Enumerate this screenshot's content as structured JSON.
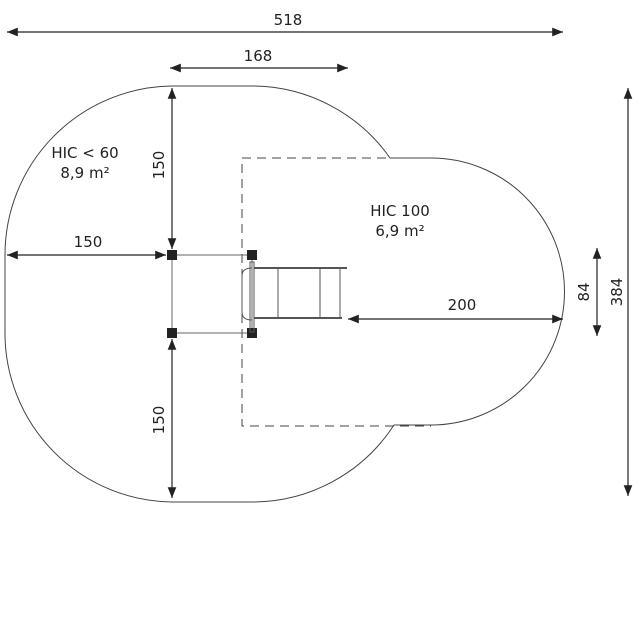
{
  "dimensions": {
    "total_width": "518",
    "platform_width": "168",
    "top_clearance": "150",
    "left_clearance": "150",
    "bottom_clearance": "150",
    "slide_run_out": "200",
    "slide_width": "84",
    "total_depth": "384"
  },
  "zones": {
    "hic60": {
      "title": "HIC < 60",
      "area": "8,9 m²"
    },
    "hic100": {
      "title": "HIC 100",
      "area": "6,9 m²"
    }
  },
  "colors": {
    "line": "#222222",
    "outline": "#444444"
  }
}
